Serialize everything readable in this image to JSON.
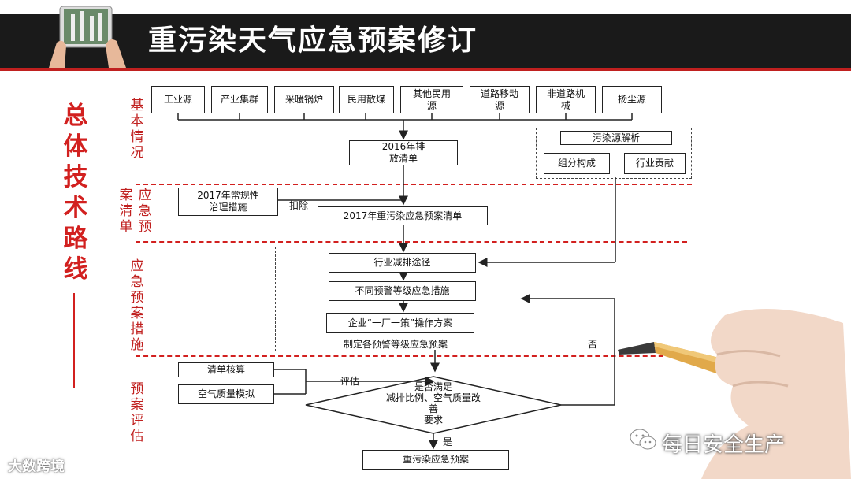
{
  "title": "重污染天气应急预案修订",
  "side_title": "总体技术路线",
  "sections": {
    "basic": "基本情况",
    "plan_list_col1": "案清单",
    "plan_list_col2": "应急预",
    "measures": "应急预案措施",
    "assess": "预案评估"
  },
  "sources": [
    "工业源",
    "产业集群",
    "采暖锅炉",
    "民用散煤",
    "其他民用源",
    "道路移动源",
    "非道路机械",
    "扬尘源"
  ],
  "boxes": {
    "inventory_2016": "2016年排放清单",
    "source_analysis": "污染源解析",
    "component": "组分构成",
    "industry_contrib": "行业贡献",
    "regular_2017": "2017年常规性治理措施",
    "plan_list_2017": "2017年重污染应急预案清单",
    "industry_reduction": "行业减排途径",
    "warning_measures": "不同预警等级应急措施",
    "enterprise_plan": "企业“一厂一策”操作方案",
    "list_accounting": "清单核算",
    "air_model": "空气质量模拟",
    "final_plan": "重污染应急预案"
  },
  "labels": {
    "deduct": "扣除",
    "assess": "评估",
    "no": "否",
    "yes": "是",
    "group_caption": "制定各预警等级应急预案"
  },
  "diamond": {
    "line1": "是否满足",
    "line2": "减排比例、空气质量改",
    "line3": "善",
    "line4": "要求"
  },
  "watermarks": {
    "left": "大数跨境",
    "right": "每日安全生产"
  },
  "colors": {
    "header_bg": "#1a1a1a",
    "accent_red": "#d2201f",
    "box_border": "#222222"
  }
}
